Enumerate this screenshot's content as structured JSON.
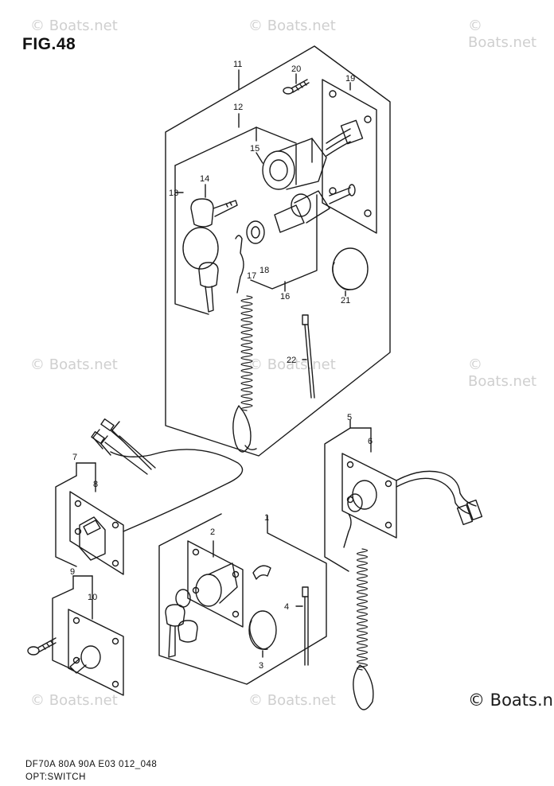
{
  "figure": {
    "title": "FIG.48",
    "code": "DF70A 80A 90A E03 012_048",
    "caption": "OPT:SWITCH"
  },
  "watermark": {
    "text": "© Boats.net",
    "corner_text": "© Boats.net"
  },
  "callouts": [
    "1",
    "2",
    "3",
    "4",
    "5",
    "6",
    "7",
    "8",
    "9",
    "10",
    "11",
    "12",
    "13",
    "14",
    "15",
    "16",
    "17",
    "18",
    "19",
    "20",
    "21",
    "22"
  ],
  "colors": {
    "line": "#1a1a1a",
    "watermark": "#cfcfcf",
    "background": "#ffffff"
  }
}
